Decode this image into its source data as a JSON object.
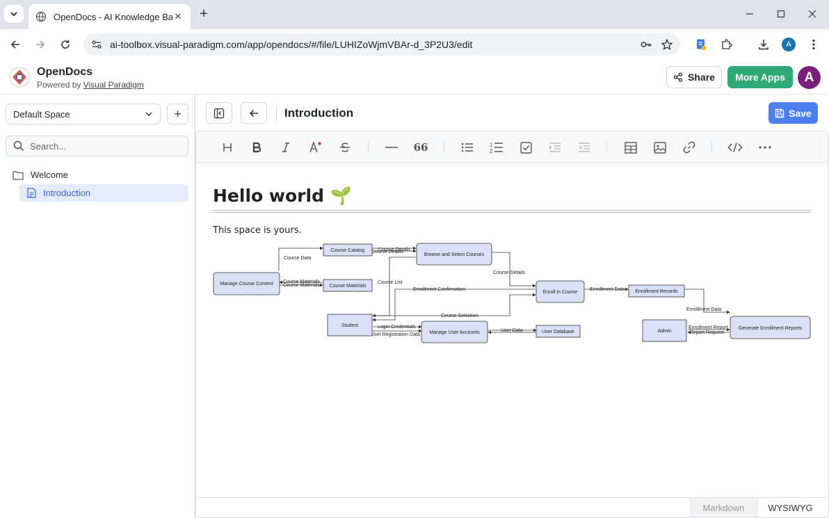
{
  "browser": {
    "tab_title": "OpenDocs - AI Knowledge Base",
    "url": "ai-toolbox.visual-paradigm.com/app/opendocs/#/file/LUHIZoWjmVBAr-d_3P2U3/edit",
    "profile_initial": "A"
  },
  "app": {
    "name": "OpenDocs",
    "powered_by": "Powered by",
    "powered_link": "Visual Paradigm",
    "share_label": "Share",
    "more_apps_label": "More Apps",
    "avatar_initial": "A"
  },
  "sidebar": {
    "space": "Default Space",
    "search_placeholder": "Search...",
    "folder": "Welcome",
    "page": "Introduction"
  },
  "document": {
    "title": "Introduction",
    "save_label": "Save",
    "heading": "Hello world 🌱",
    "paragraph": "This space is yours."
  },
  "toolbar": {
    "icons": [
      "heading-icon",
      "bold-icon",
      "italic-icon",
      "text-color-icon",
      "strikethrough-icon",
      "horizontal-rule-icon",
      "quote-icon",
      "bullet-list-icon",
      "ordered-list-icon",
      "task-list-icon",
      "indent-icon",
      "outdent-icon",
      "table-icon",
      "image-icon",
      "link-icon",
      "code-icon",
      "more-icon"
    ]
  },
  "diagram": {
    "nodes": {
      "manage_course_content": "Manage Course Content",
      "course_catalog": "Course Catalog",
      "course_materials": "Course Materials",
      "browse_select": "Browse and Select Courses",
      "enroll": "Enroll in Course",
      "enrollment_records": "Enrollment Records",
      "student": "Student",
      "manage_user_accounts": "Manage User Accounts",
      "user_database": "User Database",
      "admin": "Admin",
      "generate_reports": "Generate Enrollment Reports"
    },
    "flows": {
      "course_data": "Course Data",
      "course_details_1": "Course Details",
      "course_details_1b": "Course Details",
      "course_details_2": "Course Details",
      "course_materials_1": "Course Materials",
      "course_materials_2": "Course Materials",
      "course_list": "Course List",
      "enrollment_confirmation": "Enrollment Confirmation",
      "enrollment_data_1": "Enrollment Data",
      "enrollment_data_2": "Enrollment Data",
      "course_selection": "Course Selection",
      "login_credentials": "Login Credentials",
      "user_registration": "User Registration Data",
      "user_data": "User Data",
      "enrollment_report": "Enrollment Report",
      "report_request": "Report Request"
    }
  },
  "editor_modes": {
    "markdown": "Markdown",
    "wysiwyg": "WYSIWYG"
  },
  "colors": {
    "accent": "#4d7ff0",
    "more_apps": "#2eaa74",
    "avatar": "#7b1e7a",
    "node_fill": "#dae1f6"
  }
}
